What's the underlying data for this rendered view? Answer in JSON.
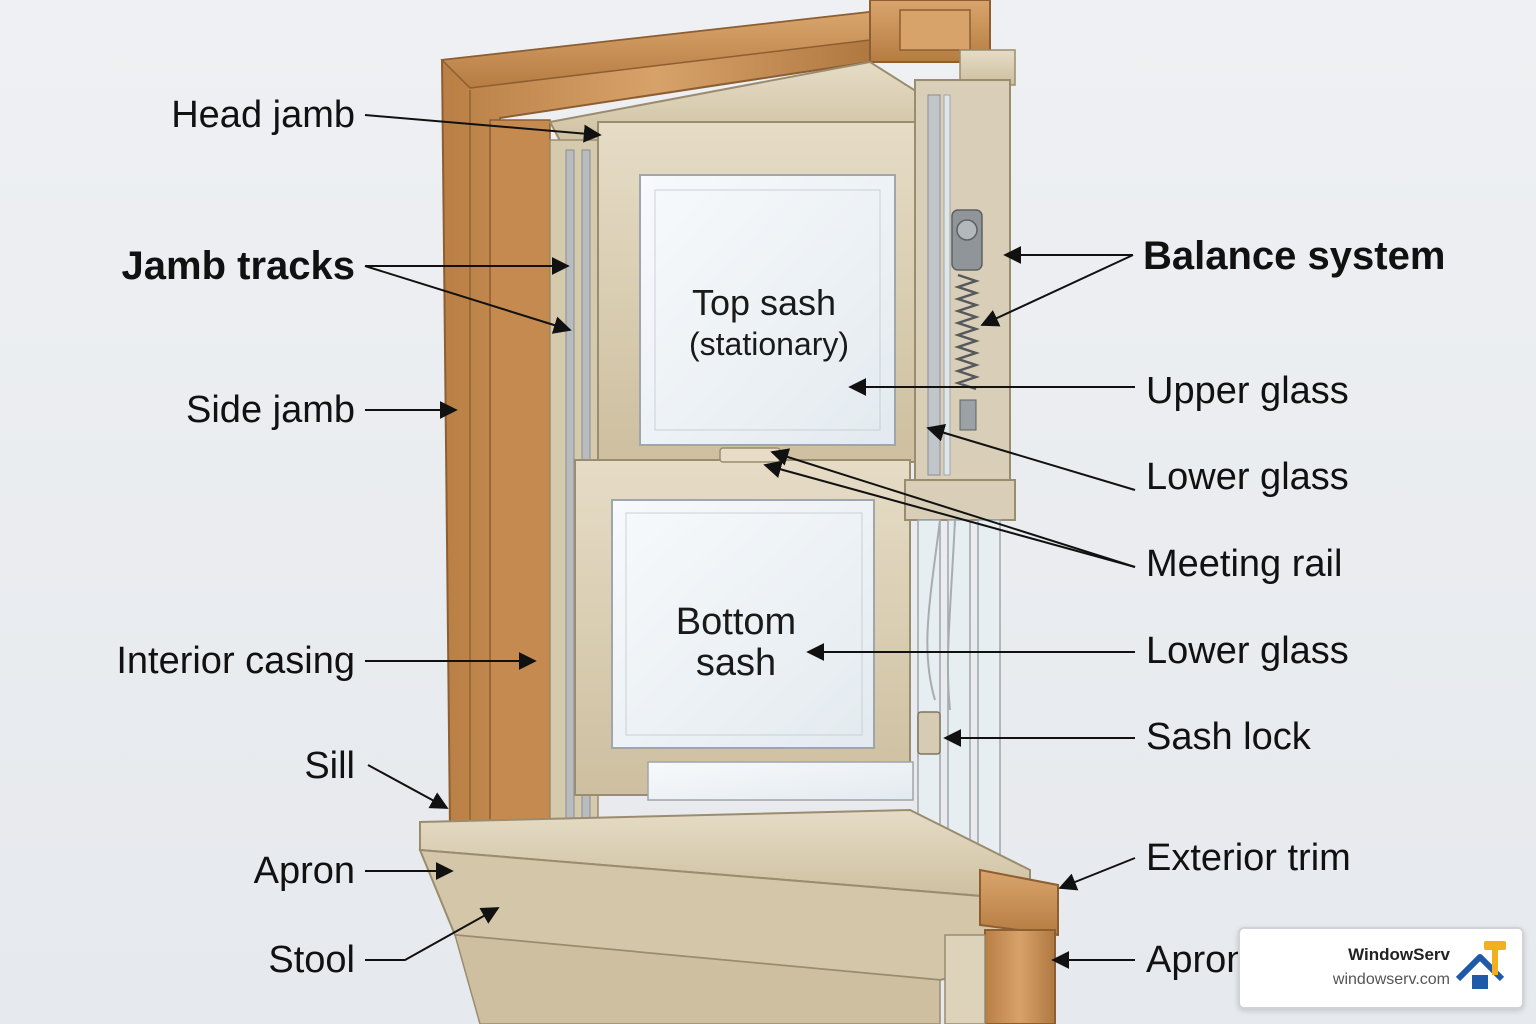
{
  "labels": {
    "head_jamb": "Head jamb",
    "jamb_tracks": "Jamb tracks",
    "side_jamb": "Side jamb",
    "interior_casing": "Interior casing",
    "sill": "Sill",
    "apron_left": "Apron",
    "stool": "Stool",
    "balance_system": "Balance system",
    "upper_glass": "Upper glass",
    "lower_glass_1": "Lower glass",
    "meeting_rail": "Meeting rail",
    "lower_glass_2": "Lower glass",
    "sash_lock": "Sash lock",
    "exterior_trim": "Exterior trim",
    "apron_right": "Apron"
  },
  "sash_text": {
    "top_line1": "Top sash",
    "top_line2": "(stationary)",
    "bottom_line1": "Bottom",
    "bottom_line2": "sash"
  },
  "badge": {
    "name": "WindowServ",
    "url": "windowserv.com",
    "logo_icon": "house-hammer-icon"
  },
  "colors": {
    "wood": "#c9955c",
    "wood_dark": "#a8743f",
    "vinyl": "#d9cdb4",
    "vinyl_dark": "#b8ab90",
    "glass": "#eef3f6",
    "logo_blue": "#1e5aa8",
    "logo_gold": "#f2b01e"
  }
}
